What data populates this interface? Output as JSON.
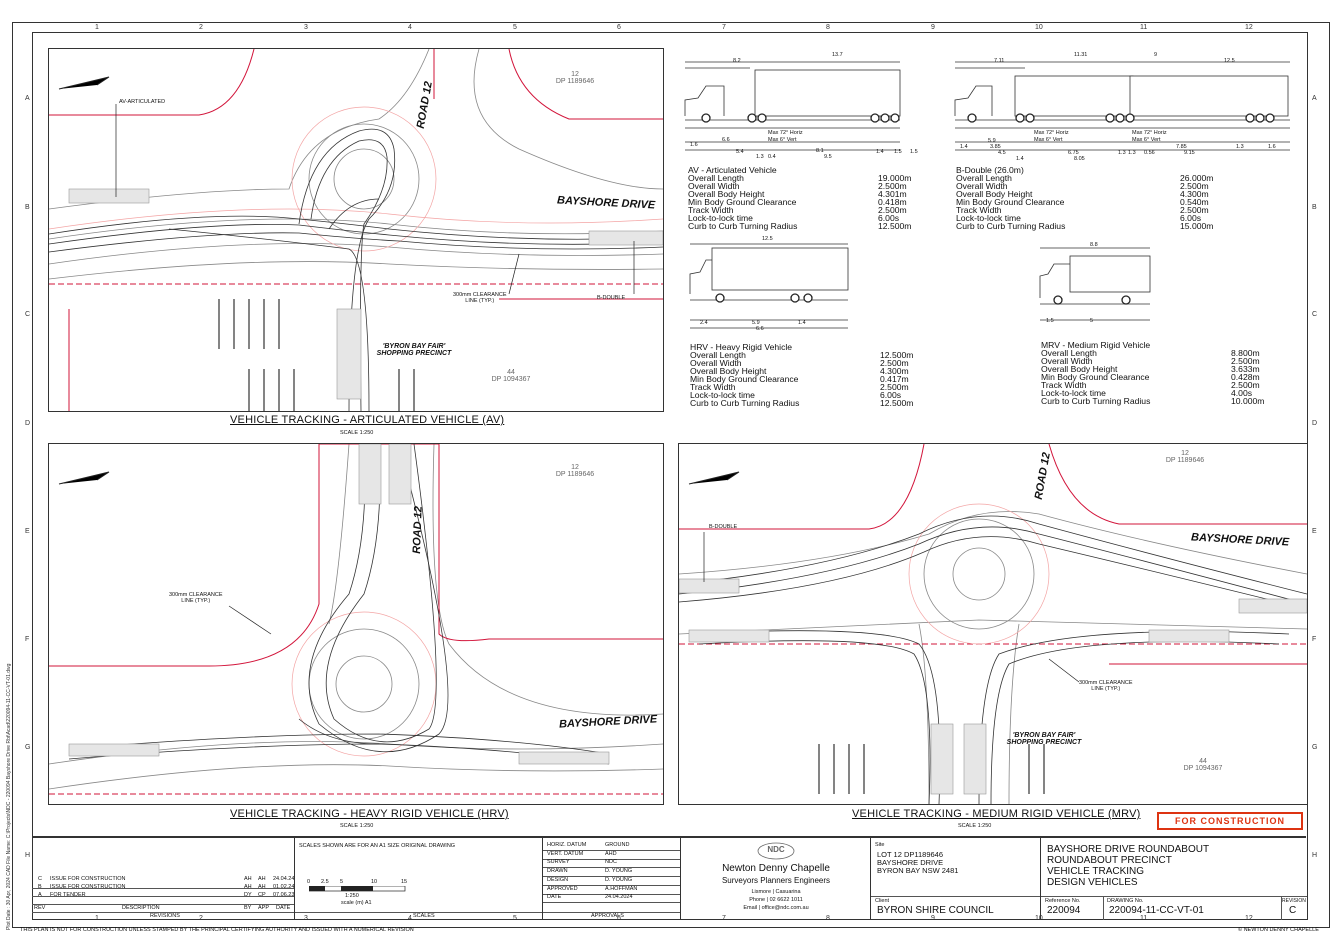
{
  "grid": {
    "cols": [
      "1",
      "2",
      "3",
      "4",
      "5",
      "6",
      "7",
      "8",
      "9",
      "10",
      "11",
      "12"
    ],
    "rows": [
      "A",
      "B",
      "C",
      "D",
      "E",
      "F",
      "G",
      "H"
    ]
  },
  "side_text": "Plot Date : 30 Apr, 2024   CAD File Name: C:\\Projects\\NDC - 220094 Bayshore Drive Rbt\\Acad\\220094-11-CC-VT-01.dwg",
  "footer_note": "THIS PLAN IS NOT FOR CONSTRUCTION UNLESS STAMPED BY THE PRINCIPAL CERTIFYING AUTHORITY AND ISSUED WITH A NUMERICAL REVISION",
  "copyright": "© NEWTON DENNY CHAPELLE",
  "plans": {
    "av": {
      "title": "VEHICLE TRACKING - ARTICULATED VEHICLE (AV)",
      "scale": "SCALE 1:250",
      "road12": "ROAD 12",
      "bayshore": "BAYSHORE DRIVE",
      "lot_no": "12",
      "lot_dp": "DP 1189646",
      "lot2_no": "44",
      "lot2_dp": "DP 1094367",
      "shop1": "'BYRON BAY FAIR'",
      "shop2": "SHOPPING PRECINCT",
      "clear1": "300mm CLEARANCE",
      "clear2": "LINE (TYP.)",
      "veh_label": "AV-ARTICULATED",
      "bdouble": "B-DOUBLE"
    },
    "hrv": {
      "title": "VEHICLE TRACKING - HEAVY RIGID VEHICLE (HRV)",
      "scale": "SCALE 1:250",
      "road12": "ROAD 12",
      "bayshore": "BAYSHORE DRIVE",
      "lot_no": "12",
      "lot_dp": "DP 1189646",
      "clear1": "300mm CLEARANCE",
      "clear2": "LINE (TYP.)"
    },
    "mrv": {
      "title": "VEHICLE TRACKING - MEDIUM RIGID VEHICLE (MRV)",
      "scale": "SCALE 1:250",
      "road12": "ROAD 12",
      "bayshore": "BAYSHORE DRIVE",
      "lot_no": "12",
      "lot_dp": "DP 1189646",
      "lot2_no": "44",
      "lot2_dp": "DP 1094367",
      "shop1": "'BYRON BAY FAIR'",
      "shop2": "SHOPPING PRECINCT",
      "clear1": "300mm CLEARANCE",
      "clear2": "LINE (TYP.)",
      "veh_label": "B-DOUBLE"
    }
  },
  "vehicles": {
    "av": {
      "name": "AV - Articulated Vehicle",
      "rows": [
        [
          "Overall Length",
          "19.000m"
        ],
        [
          "Overall Width",
          "2.500m"
        ],
        [
          "Overall Body Height",
          "4.301m"
        ],
        [
          "Min Body Ground Clearance",
          "0.418m"
        ],
        [
          "Track Width",
          "2.500m"
        ],
        [
          "Lock-to-lock time",
          "6.00s"
        ],
        [
          "Curb to Curb Turning Radius",
          "12.500m"
        ]
      ],
      "dims_top": [
        "8.2",
        "13.7"
      ],
      "dims_bot": [
        "1.6",
        "6.6",
        "5.4",
        "1.3",
        "0.4",
        "8.1",
        "9.5",
        "1.4",
        "1.5",
        "1.5"
      ],
      "angle1": "Max 72° Horiz",
      "angle2": "Max 6° Vert"
    },
    "bd": {
      "name": "B-Double (26.0m)",
      "rows": [
        [
          "Overall Length",
          "26.000m"
        ],
        [
          "Overall Width",
          "2.500m"
        ],
        [
          "Overall Body Height",
          "4.300m"
        ],
        [
          "Min Body Ground Clearance",
          "0.540m"
        ],
        [
          "Track Width",
          "2.500m"
        ],
        [
          "Lock-to-lock time",
          "6.00s"
        ],
        [
          "Curb to Curb Turning Radius",
          "15.000m"
        ]
      ],
      "dims_top": [
        "7.11",
        "11.31",
        "9",
        "12.5"
      ],
      "dims_bot": [
        "1.4",
        "3.85",
        "4.5",
        "5.9",
        "1.4",
        "6.75",
        "8.05",
        "1.3",
        "0.56",
        "1.3",
        "7.85",
        "9.15",
        "1.3",
        "1.6"
      ],
      "angle1": "Max 72° Horiz",
      "angle2": "Max 6° Vert",
      "angle3": "Max 72° Horiz",
      "angle4": "Max 6° Vert"
    },
    "hrv": {
      "name": "HRV - Heavy Rigid Vehicle",
      "rows": [
        [
          "Overall Length",
          "12.500m"
        ],
        [
          "Overall Width",
          "2.500m"
        ],
        [
          "Overall Body Height",
          "4.300m"
        ],
        [
          "Min Body Ground Clearance",
          "0.417m"
        ],
        [
          "Track Width",
          "2.500m"
        ],
        [
          "Lock-to-lock time",
          "6.00s"
        ],
        [
          "Curb to Curb Turning Radius",
          "12.500m"
        ]
      ],
      "dims_top": [
        "12.5"
      ],
      "dims_bot": [
        "2.4",
        "5.9",
        "1.4",
        "6.6"
      ]
    },
    "mrv": {
      "name": "MRV - Medium Rigid Vehicle",
      "rows": [
        [
          "Overall Length",
          "8.800m"
        ],
        [
          "Overall Width",
          "2.500m"
        ],
        [
          "Overall Body Height",
          "3.633m"
        ],
        [
          "Min Body Ground Clearance",
          "0.428m"
        ],
        [
          "Track Width",
          "2.500m"
        ],
        [
          "Lock-to-lock time",
          "4.00s"
        ],
        [
          "Curb to Curb Turning Radius",
          "10.000m"
        ]
      ],
      "dims_top": [
        "8.8"
      ],
      "dims_bot": [
        "1.5",
        "5"
      ]
    }
  },
  "titleblock": {
    "revisions": [
      [
        "C",
        "ISSUE FOR CONSTRUCTION",
        "AH",
        "AH",
        "24.04.24"
      ],
      [
        "B",
        "ISSUE FOR CONSTRUCTION",
        "AH",
        "AH",
        "01.02.24"
      ],
      [
        "A",
        "FOR TENDER",
        "DY",
        "CP",
        "07.06.23"
      ]
    ],
    "rev_headers": [
      "REV",
      "DESCRIPTION",
      "BY",
      "APP",
      "DATE"
    ],
    "revisions_label": "REVISIONS",
    "scales_note": "SCALES SHOWN ARE FOR AN A1 SIZE ORIGINAL DRAWING",
    "scale_ticks": [
      "0",
      "2.5",
      "5",
      "10",
      "15"
    ],
    "scale_bar": "1:250",
    "scale_unit": "scale (m) A1",
    "scales_label": "SCALES",
    "approvals": [
      [
        "HORIZ. DATUM",
        "GROUND"
      ],
      [
        "VERT. DATUM",
        "AHD"
      ],
      [
        "SURVEY",
        "NDC"
      ],
      [
        "DRAWN",
        "D. YOUNG"
      ],
      [
        "DESIGN",
        "D. YOUNG"
      ],
      [
        "APPROVED",
        "A.HOFFMAN"
      ],
      [
        "DATE",
        "24.04.2024"
      ]
    ],
    "approvals_label": "APPROVALS",
    "firm_logo": "NDC",
    "firm": "Newton Denny Chapelle",
    "firm_sub": "Surveyors  Planners  Engineers",
    "firm_loc": "Lismore | Casuarina",
    "firm_phone": "Phone | 02 6622 1011",
    "firm_email": "Email | office@ndc.com.au",
    "site_label": "Site",
    "site": [
      "LOT 12 DP1189646",
      "BAYSHORE DRIVE",
      "BYRON BAY NSW 2481"
    ],
    "client_label": "Client",
    "client": "BYRON SHIRE COUNCIL",
    "project": [
      "BAYSHORE DRIVE ROUNDABOUT",
      "ROUNDABOUT PRECINCT",
      "VEHICLE TRACKING",
      "DESIGN VEHICLES"
    ],
    "ref_label": "Reference No.",
    "ref": "220094",
    "dwg_label": "DRAWING No.",
    "dwg": "220094-11-CC-VT-01",
    "revision_label": "REVISION",
    "revision": "C",
    "stamp": "FOR CONSTRUCTION"
  },
  "colors": {
    "boundary": "#d2143a",
    "track": "#555555",
    "envelope": "#bdbdbd"
  }
}
